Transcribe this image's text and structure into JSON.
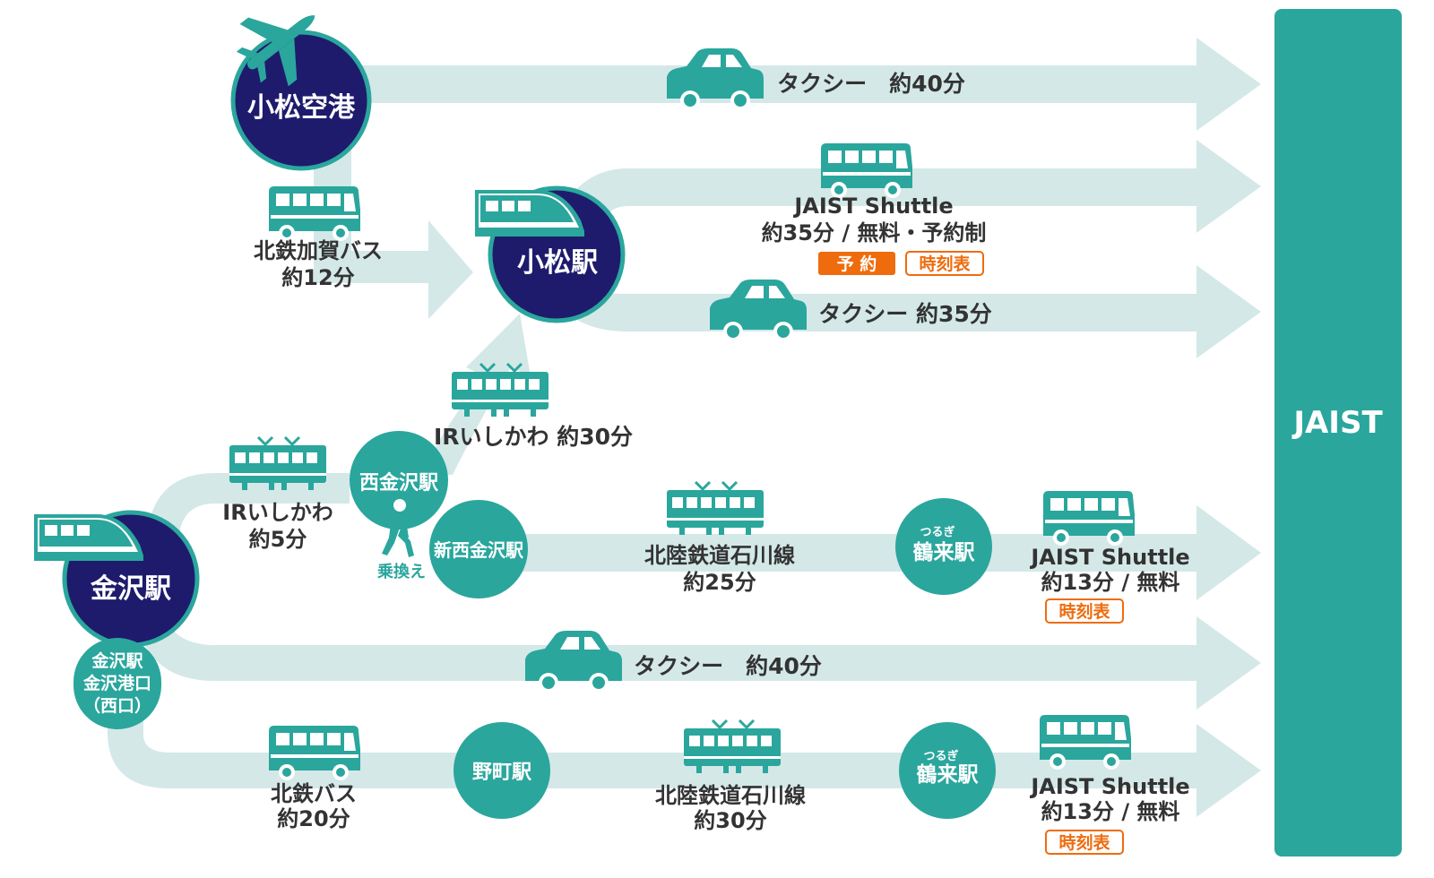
{
  "colors": {
    "path": "#d4e8e8",
    "teal": "#2aa69d",
    "navy": "#1e1b6d",
    "ring": "#2aa69d",
    "text": "#333333",
    "orange": "#ee6c0e",
    "white": "#ffffff"
  },
  "destination": {
    "label": "JAIST"
  },
  "stations": {
    "komatsu_airport": "小松空港",
    "komatsu_station": "小松駅",
    "kanazawa_station": "金沢駅",
    "nishi_kanazawa": "西金沢駅",
    "shin_nishi_kanazawa": "新西金沢駅",
    "tsurugi_1": {
      "ruby": "つるぎ",
      "name": "鶴来駅"
    },
    "tsurugi_2": {
      "ruby": "つるぎ",
      "name": "鶴来駅"
    },
    "nomachi": "野町駅",
    "kanazawa_west_exit": [
      "金沢駅",
      "金沢港口",
      "（西口）"
    ]
  },
  "routes": {
    "airport_taxi": "タクシー　約40分",
    "hokutetsu_kaga_bus": [
      "北鉄加賀バス",
      "約12分"
    ],
    "komatsu_shuttle": [
      "JAIST Shuttle",
      "約35分 / 無料・予約制"
    ],
    "komatsu_taxi": "タクシー 約35分",
    "ir_ishikawa_30": "IRいしかわ 約30分",
    "ir_ishikawa_5": [
      "IRいしかわ",
      "約5分"
    ],
    "transfer": "乗換え",
    "ishikawa_line_25": [
      "北陸鉄道石川線",
      "約25分"
    ],
    "shuttle_13_a": [
      "JAIST Shuttle",
      "約13分 / 無料"
    ],
    "kanazawa_taxi": "タクシー　約40分",
    "hokutetsu_bus": [
      "北鉄バス",
      "約20分"
    ],
    "ishikawa_line_30": [
      "北陸鉄道石川線",
      "約30分"
    ],
    "shuttle_13_b": [
      "JAIST Shuttle",
      "約13分 / 無料"
    ]
  },
  "buttons": {
    "reserve": "予 約",
    "timetable_1": "時刻表",
    "timetable_2": "時刻表",
    "timetable_3": "時刻表"
  },
  "icons": [
    "airplane-icon",
    "taxi-icon",
    "bus-icon",
    "shinkansen-icon",
    "train-icon",
    "walking-person-icon"
  ]
}
